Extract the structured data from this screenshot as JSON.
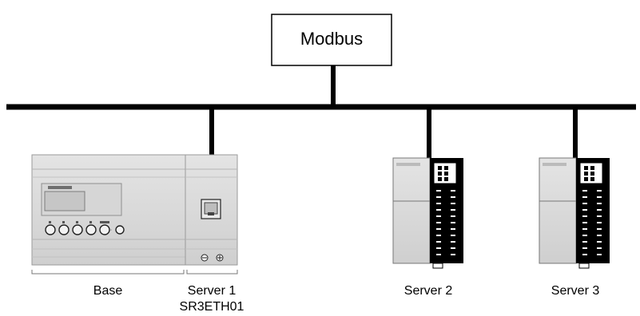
{
  "modbus": {
    "label": "Modbus"
  },
  "base": {
    "label": "Base"
  },
  "server1": {
    "label": "Server 1",
    "model": "SR3ETH01"
  },
  "server2": {
    "label": "Server 2"
  },
  "server3": {
    "label": "Server 3"
  }
}
